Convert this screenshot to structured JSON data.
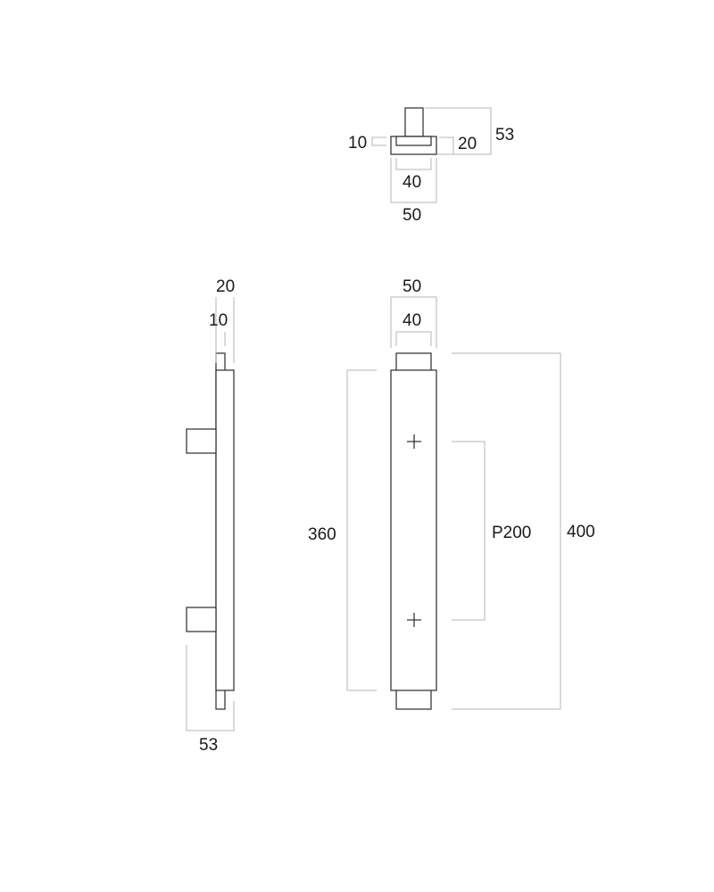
{
  "top_view": {
    "dim_10": "10",
    "dim_20": "20",
    "dim_53": "53",
    "dim_40": "40",
    "dim_50": "50"
  },
  "side_view": {
    "dim_20": "20",
    "dim_10": "10",
    "dim_53": "53"
  },
  "front_view": {
    "dim_50": "50",
    "dim_40": "40",
    "dim_360": "360",
    "dim_pitch": "P200",
    "dim_400": "400"
  }
}
